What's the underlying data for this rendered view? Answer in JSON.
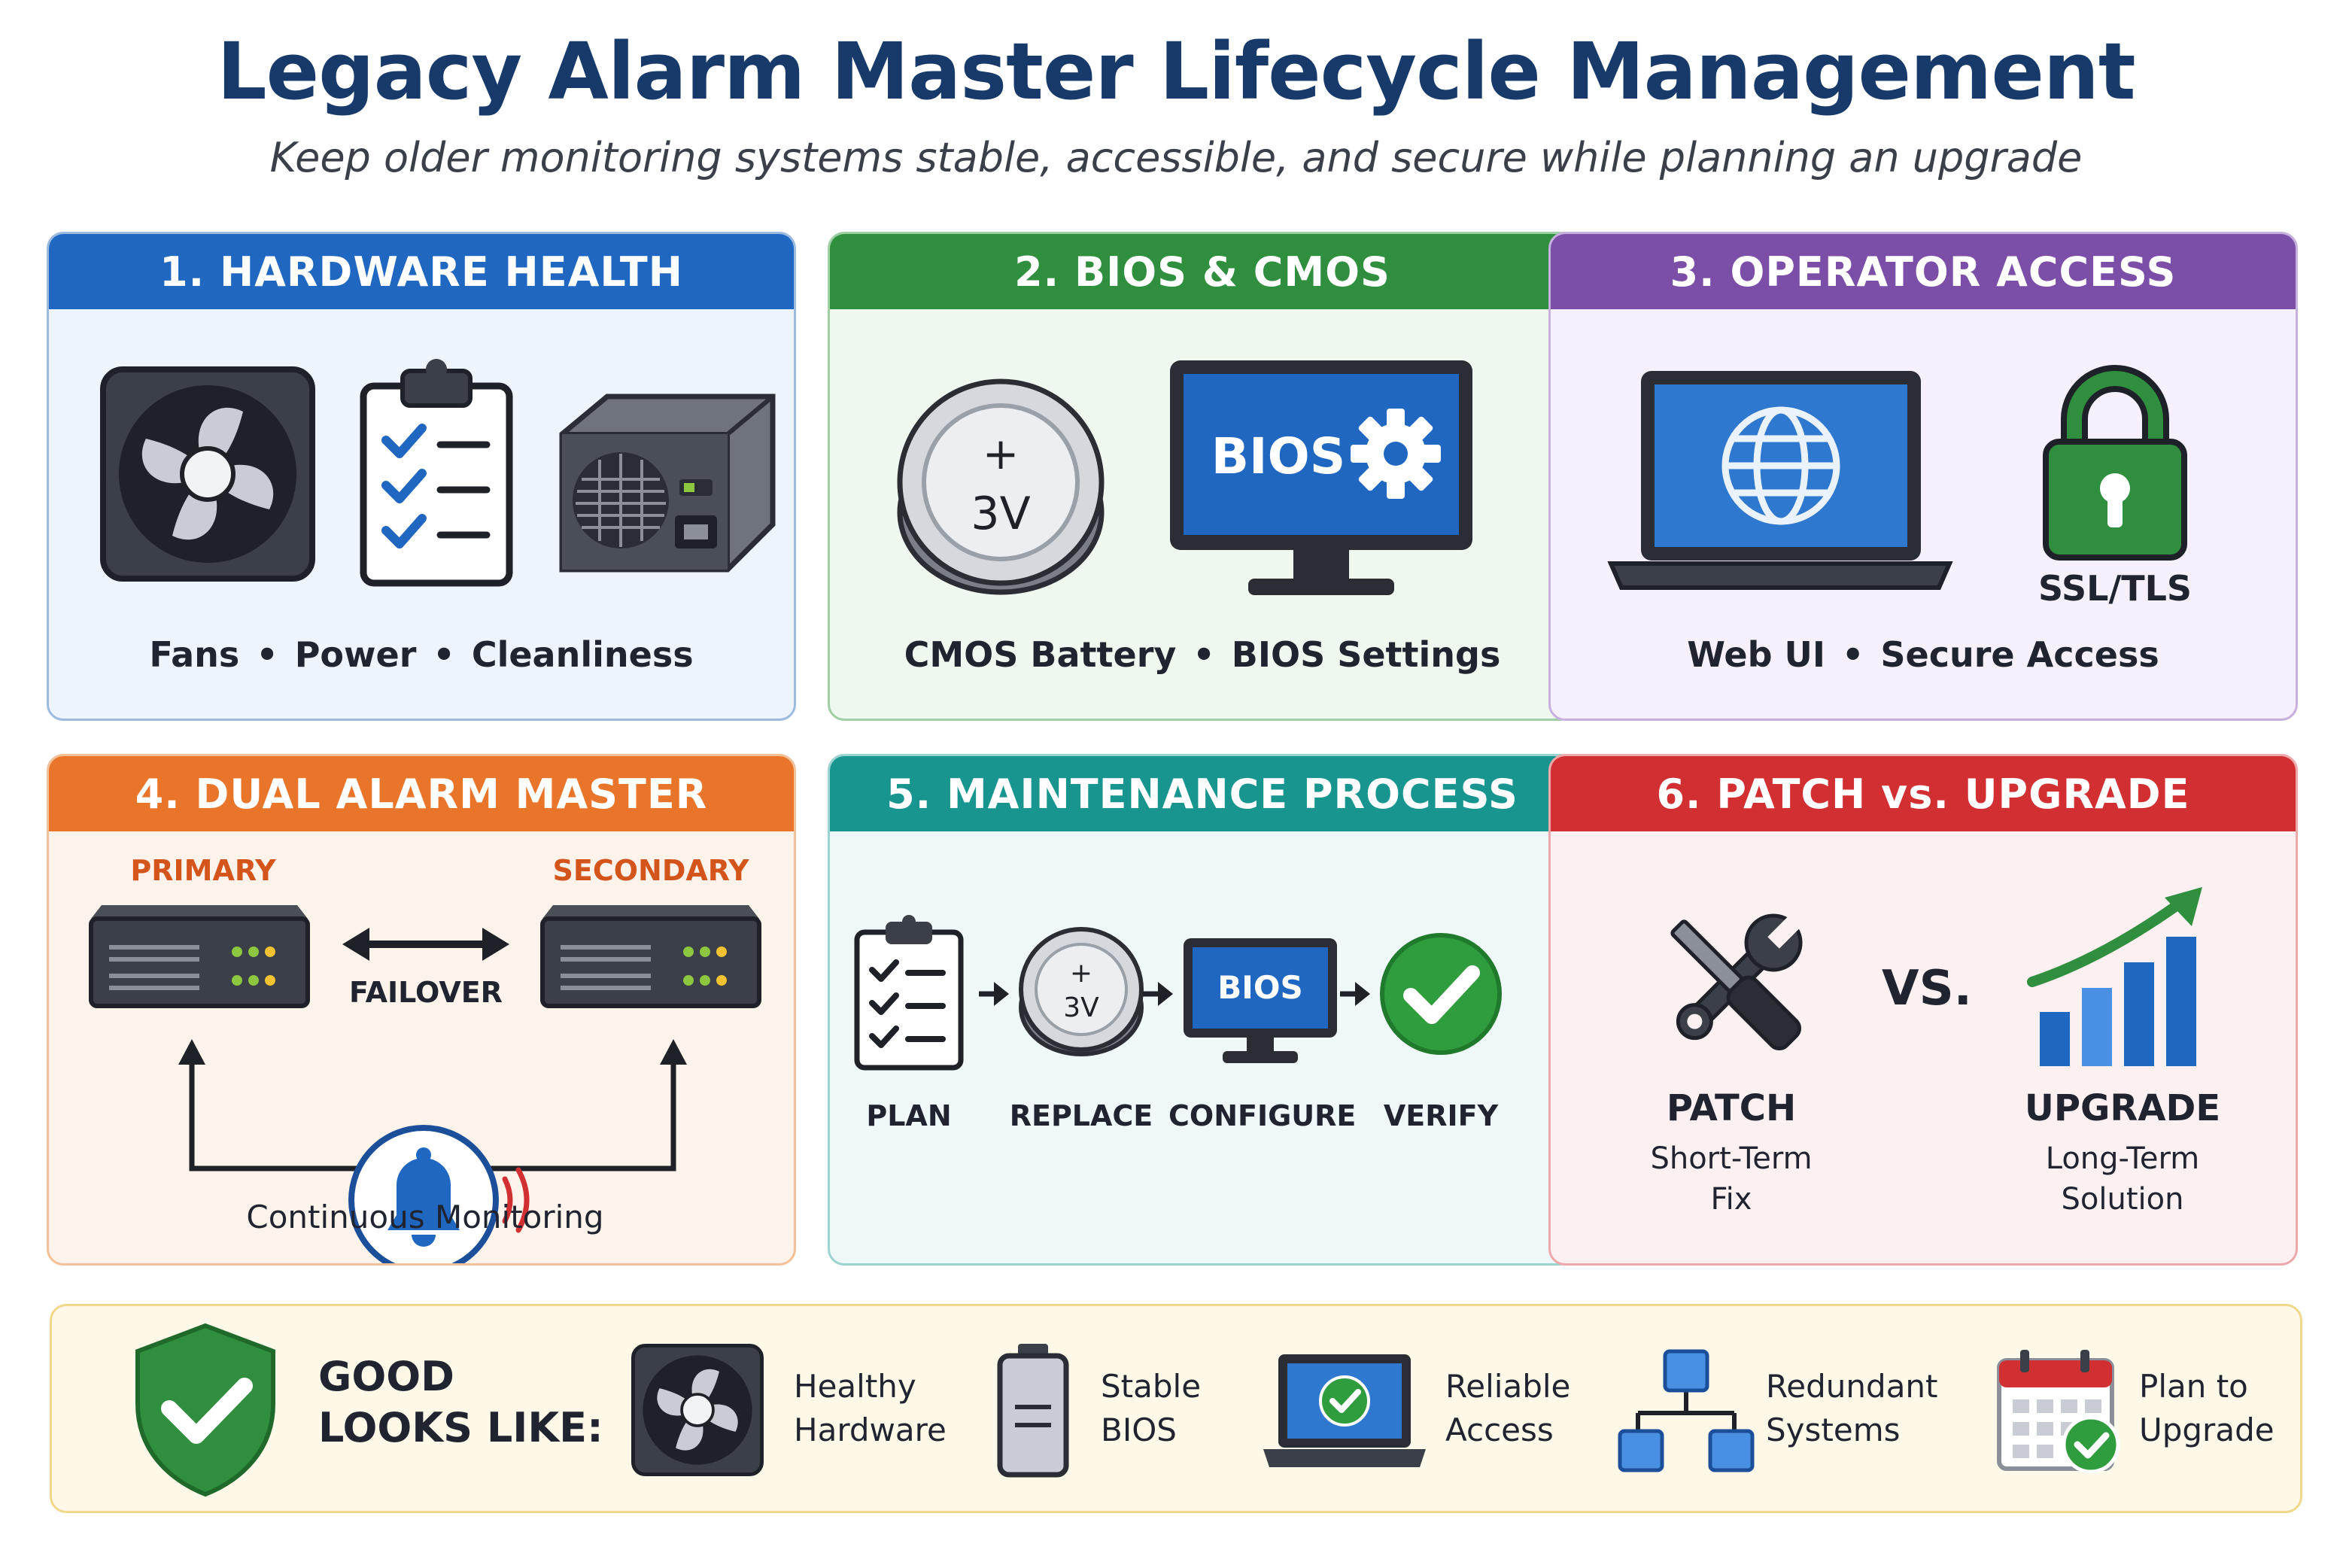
{
  "title": "Legacy Alarm Master Lifecycle Management",
  "subtitle": "Keep older monitoring systems stable, accessible, and secure while planning an upgrade",
  "colors": {
    "navy": "#173a6b",
    "blue": "#1f67c1",
    "green": "#2f8f3e",
    "purple": "#7b4fa8",
    "orange": "#e8752a",
    "teal": "#17958e",
    "red": "#d22f33"
  },
  "panels": {
    "hardware": {
      "header": "1. HARDWARE HEALTH",
      "items": [
        "Fans",
        "Power",
        "Cleanliness"
      ],
      "icons": [
        "fan-icon",
        "checklist-icon",
        "power-supply-icon"
      ]
    },
    "bios": {
      "header": "2. BIOS & CMOS",
      "battery_plus": "+",
      "battery_label": "3V",
      "monitor_text": "BIOS",
      "items": [
        "CMOS Battery",
        "BIOS Settings"
      ],
      "icons": [
        "coin-battery-icon",
        "monitor-gear-icon"
      ]
    },
    "access": {
      "header": "3. OPERATOR ACCESS",
      "lock_label": "SSL/TLS",
      "items": [
        "Web UI",
        "Secure Access"
      ],
      "icons": [
        "laptop-globe-icon",
        "padlock-icon"
      ]
    },
    "dual": {
      "header": "4. DUAL ALARM MASTER",
      "primary": "PRIMARY",
      "secondary": "SECONDARY",
      "failover": "FAILOVER",
      "monitoring": "Continuous Monitoring",
      "icons": [
        "server-icon",
        "bell-icon"
      ]
    },
    "maintenance": {
      "header": "5. MAINTENANCE PROCESS",
      "battery_plus": "+",
      "battery_label": "3V",
      "monitor_text": "BIOS",
      "steps": [
        "PLAN",
        "REPLACE",
        "CONFIGURE",
        "VERIFY"
      ],
      "icons": [
        "clipboard-icon",
        "coin-battery-icon",
        "monitor-icon",
        "check-circle-icon"
      ]
    },
    "patch": {
      "header": "6. PATCH vs. UPGRADE",
      "vs": "VS.",
      "patch_title": "PATCH",
      "patch_sub": [
        "Short-Term",
        "Fix"
      ],
      "upgrade_title": "UPGRADE",
      "upgrade_sub": [
        "Long-Term",
        "Solution"
      ],
      "icons": [
        "wrench-screwdriver-icon",
        "growth-chart-icon"
      ]
    }
  },
  "good": {
    "heading": [
      "GOOD",
      "LOOKS LIKE:"
    ],
    "items": [
      {
        "lines": [
          "Healthy",
          "Hardware"
        ],
        "icon": "fan-icon"
      },
      {
        "lines": [
          "Stable",
          "BIOS"
        ],
        "icon": "battery-icon"
      },
      {
        "lines": [
          "Reliable",
          "Access"
        ],
        "icon": "laptop-check-icon"
      },
      {
        "lines": [
          "Redundant",
          "Systems"
        ],
        "icon": "network-icon"
      },
      {
        "lines": [
          "Plan to",
          "Upgrade"
        ],
        "icon": "calendar-check-icon"
      }
    ]
  }
}
